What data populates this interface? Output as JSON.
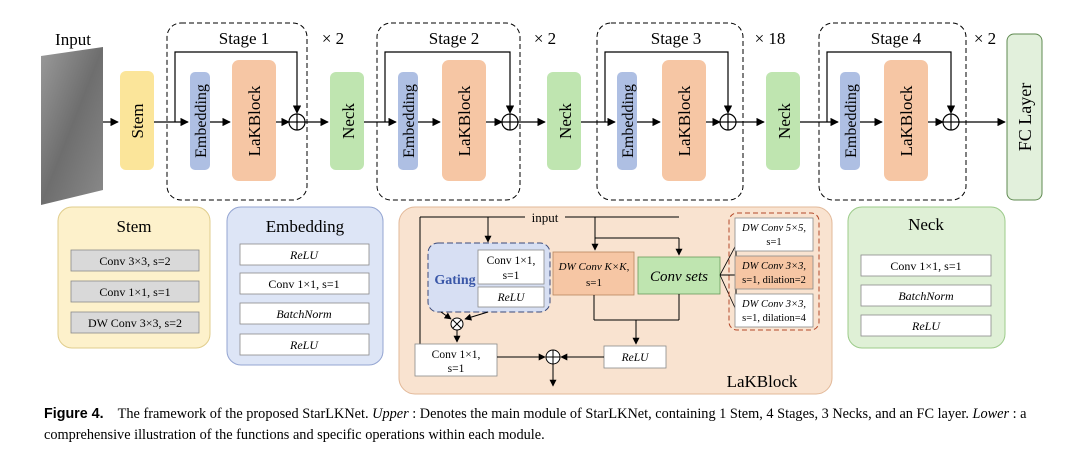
{
  "upper": {
    "input_label": "Input",
    "stem_label": "Stem",
    "neck_label": "Neck",
    "fc_label": "FC Layer",
    "embedding_label": "Embedding",
    "lakblock_label": "LaKBlock",
    "stages": [
      {
        "title": "Stage 1",
        "repeat": "× 2"
      },
      {
        "title": "Stage 2",
        "repeat": "× 2"
      },
      {
        "title": "Stage 3",
        "repeat": "× 18"
      },
      {
        "title": "Stage 4",
        "repeat": "× 2"
      }
    ]
  },
  "lower": {
    "stem": {
      "title": "Stem",
      "ops": [
        "Conv 3×3, s=2",
        "Conv 1×1, s=1",
        "DW Conv 3×3, s=2"
      ]
    },
    "embedding": {
      "title": "Embedding",
      "ops": [
        "ReLU",
        "Conv 1×1, s=1",
        "BatchNorm",
        "ReLU"
      ]
    },
    "lakblock": {
      "title": "LaKBlock",
      "input_label": "input",
      "gating_label": "Gating",
      "gating_conv": [
        "Conv 1×1,",
        "s=1"
      ],
      "gating_relu": "ReLU",
      "dw_conv": [
        "DW Conv K×K,",
        "s=1"
      ],
      "conv_sets_label": "Conv sets",
      "conv_sets": [
        [
          "DW Conv 5×5,",
          "s=1"
        ],
        [
          "DW Conv 3×3,",
          "s=1, dilation=2"
        ],
        [
          "DW Conv 3×3,",
          "s=1, dilation=4"
        ]
      ],
      "out_conv": [
        "Conv 1×1,",
        "s=1"
      ],
      "relu": "ReLU"
    },
    "neck": {
      "title": "Neck",
      "ops": [
        "Conv 1×1, s=1",
        "BatchNorm",
        "ReLU"
      ]
    }
  },
  "caption": {
    "label": "Figure 4.",
    "text1": "The framework of the proposed StarLKNet.",
    "upper_word": "Upper",
    "text2": ": Denotes the main module of StarLKNet, containing 1 Stem, 4 Stages, 3 Necks, and an FC layer.",
    "lower_word": "Lower",
    "text3": ": a comprehensive illustration of the functions and specific operations within each module."
  },
  "colors": {
    "stem": "#fbe59a",
    "neck": "#bfe5b0",
    "embedding": "#aebfe3",
    "lakblock": "#f6c6a4",
    "fc": "#e2f0dc"
  }
}
